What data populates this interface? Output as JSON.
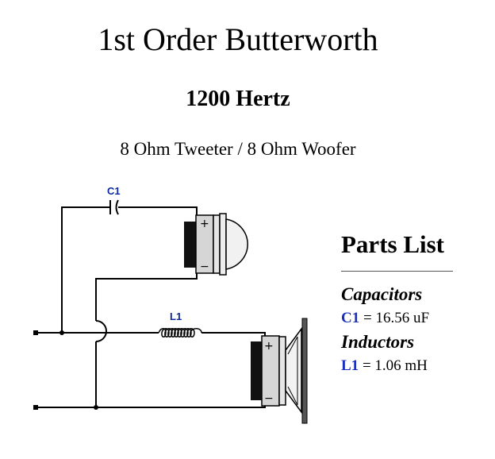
{
  "header": {
    "title": "1st Order Butterworth",
    "frequency": "1200 Hertz",
    "impedance": "8 Ohm Tweeter / 8 Ohm Woofer"
  },
  "diagram": {
    "capacitor_label": "C1",
    "inductor_label": "L1",
    "plus_sign": "+",
    "minus_sign": "−"
  },
  "parts_list": {
    "title": "Parts List",
    "capacitors_heading": "Capacitors",
    "capacitors": [
      {
        "id": "C1",
        "value": "= 16.56 uF"
      }
    ],
    "inductors_heading": "Inductors",
    "inductors": [
      {
        "id": "L1",
        "value": "= 1.06 mH"
      }
    ]
  }
}
